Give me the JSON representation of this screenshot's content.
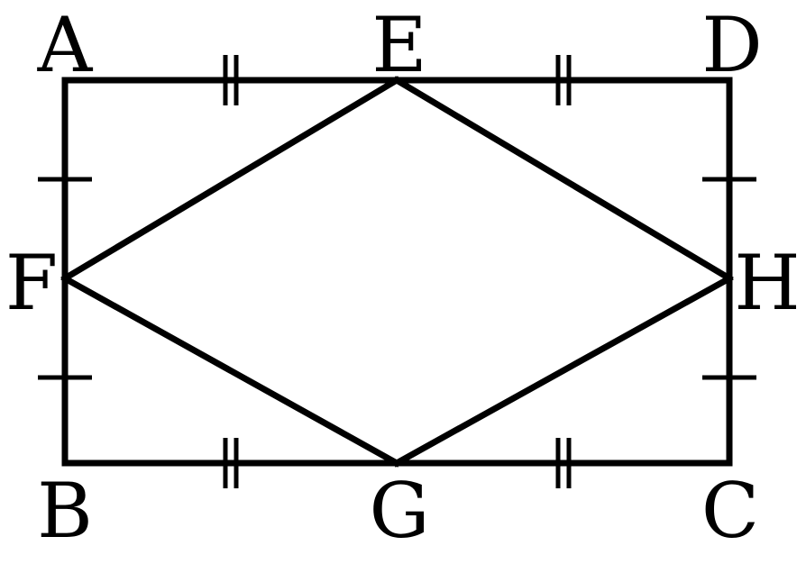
{
  "figure": {
    "labels": {
      "A": "A",
      "B": "B",
      "C": "C",
      "D": "D",
      "E": "E",
      "F": "F",
      "G": "G",
      "H": "H"
    },
    "stroke_color": "#000000",
    "background_color": "#ffffff"
  }
}
